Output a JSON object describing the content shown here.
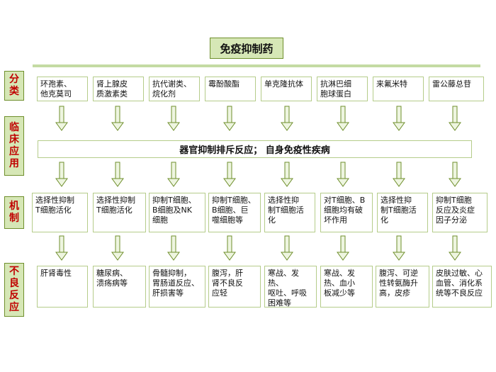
{
  "title": "免疫抑制药",
  "side_labels": [
    "分\n类",
    "临\n床\n应\n用",
    "机\n制",
    "不\n良\n反\n应"
  ],
  "clinical_use": "器官抑制排斥反应；  自身免疫性疾病",
  "columns": [
    {
      "category": "环孢素、\n他克莫司",
      "mechanism": "选择性抑制\nT细胞活化",
      "adverse": "肝肾毒性"
    },
    {
      "category": "肾上腺皮\n质激素类",
      "mechanism": "选择性抑制\nT细胞活化",
      "adverse": "糖尿病、\n溃疡病等"
    },
    {
      "category": "抗代谢类、\n烷化剂",
      "mechanism": "抑制T细胞、\nB细胞及NK\n细胞",
      "adverse": "骨髓抑制，\n胃肠道反应、\n肝损害等"
    },
    {
      "category": "霉酚酸酯",
      "mechanism": "抑制T细胞、\nB细胞、巨\n噬细胞等",
      "adverse": "腹泻，肝\n肾不良反\n应轻"
    },
    {
      "category": "单克隆抗体",
      "mechanism": "选择性抑\n制T细胞活\n化",
      "adverse": "寒战、发热、\n呕吐、呼吸\n困难等"
    },
    {
      "category": "抗淋巴细\n胞球蛋白",
      "mechanism": "对T细胞、B\n细胞均有破\n坏作用",
      "adverse": "寒战、发\n热、血小\n板减少等"
    },
    {
      "category": "来氟米特",
      "mechanism": "选择性抑\n制T细胞活\n化",
      "adverse": "腹泻、可逆\n性转氨酶升\n高，皮疹"
    },
    {
      "category": "雷公藤总苷",
      "mechanism": "抑制T细胞\n反应及炎症\n因子分泌",
      "adverse": "皮肤过敏、心\n血管、消化系\n统等不良反应"
    }
  ],
  "colors": {
    "label_fill": "#d6e7b6",
    "label_border": "#6f8f2c",
    "label_text": "#c00000",
    "arrow": "#6f8f2c"
  }
}
